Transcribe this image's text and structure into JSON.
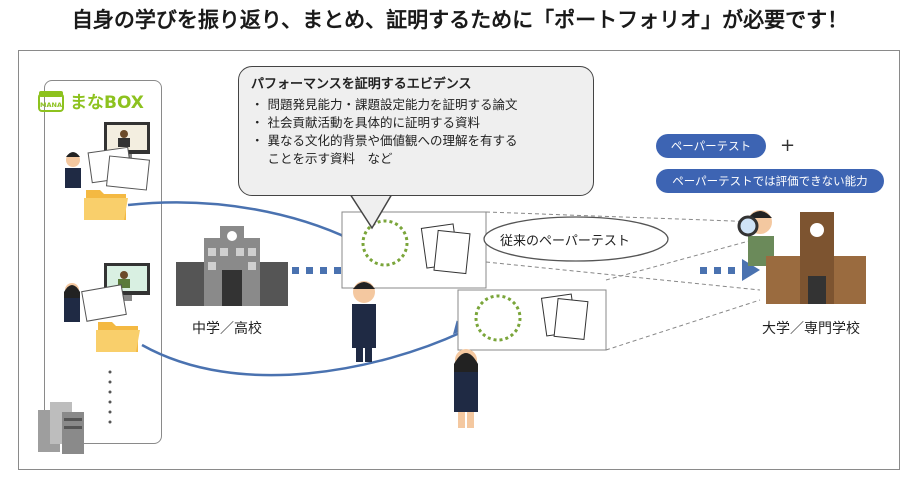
{
  "title": "自身の学びを振り返り、まとめ、証明するために「ポートフォリオ」が必要です！",
  "brand": {
    "name": "まなBOX",
    "icon_text": "MANA"
  },
  "evidence": {
    "title": "パフォーマンスを証明するエビデンス",
    "items": [
      "・ 問題発見能力・課題設定能力を証明する論文",
      "・ 社会貢献活動を具体的に証明する資料",
      "・ 異なる文化的背景や価値観への理解を有する",
      "　 ことを示す資料　など"
    ]
  },
  "paper_test_label": "従来のペーパーテスト",
  "school_label": "中学／高校",
  "university_label": "大学／専門学校",
  "pills": {
    "paper_test": "ペーパーテスト",
    "plus": "+",
    "unmeasurable": "ペーパーテストでは評価できない能力"
  },
  "colors": {
    "accent_blue": "#3d64b3",
    "brand_green": "#8dc21f",
    "arrow_blue": "#4a72b0",
    "dot_green": "#7aa53a"
  },
  "icons": [
    "database-icon",
    "folder-icon",
    "student-boy-icon",
    "student-girl-icon",
    "school-building-icon",
    "university-building-icon",
    "magnifier-person-icon",
    "test-paper-icon",
    "essay-document-icon",
    "monitor-icon"
  ]
}
